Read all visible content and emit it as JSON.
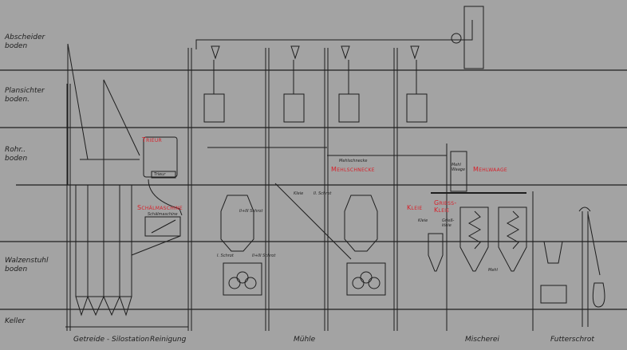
{
  "floors": [
    {
      "label1": "Abscheider",
      "label2": "boden"
    },
    {
      "label1": "Plansichter",
      "label2": "boden."
    },
    {
      "label1": "Rohr..",
      "label2": "boden"
    },
    {
      "label1": "Walzenstuhl",
      "label2": "boden"
    },
    {
      "label1": "Keller",
      "label2": ""
    }
  ],
  "sections": [
    "Getreide - Silostation",
    "Reinigung",
    "Mühle",
    "Mischerei",
    "Futterschrot"
  ],
  "annotations": {
    "trieur": "Trieur",
    "schaelmaschine": "Schälmaschine",
    "mehlschnecke": "Mehlschnecke",
    "mehlwaage": "Mehlwaage",
    "kleie": "Kleie",
    "griesskleie": "Griess-\nKleie"
  },
  "handwritten": {
    "trieur": "Trieur",
    "schaelmaschine": "Schälmaschine",
    "mehlschnecke": "Mehlschnecke",
    "mehlwaage": "Mehl Waage",
    "schrot1": "I. Schrot",
    "schrot23": "II+III Schrot",
    "schrot2": "II+III Schrot",
    "kleie": "Kleie",
    "griesskleie": "Grieß-kleie",
    "mehl": "Mehl",
    "klein": "Kleie",
    "schrot_b": "II. Schrot"
  },
  "colors": {
    "annotation": "#d8202a",
    "background": "#a3a3a3",
    "ink": "#1e1e1e"
  }
}
